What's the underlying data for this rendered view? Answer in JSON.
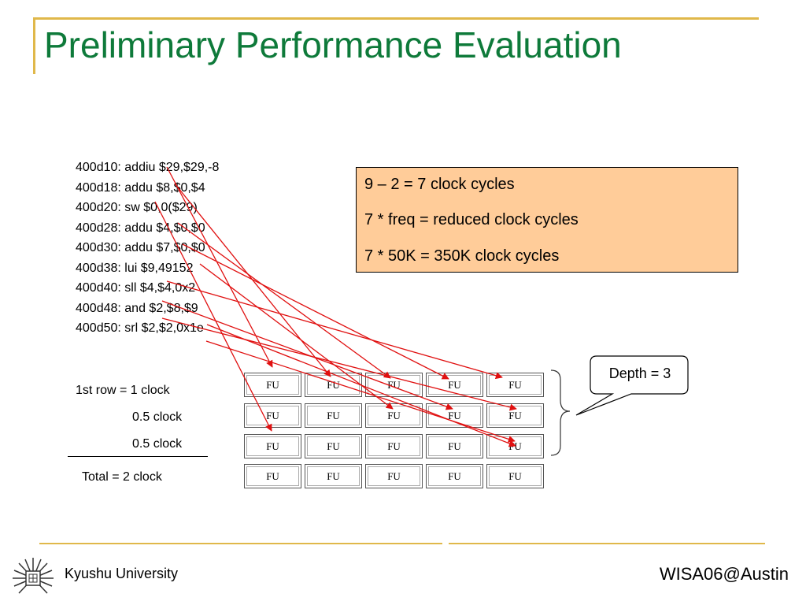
{
  "slide": {
    "title": "Preliminary Performance Evaluation",
    "code_lines": [
      "400d10: addiu $29,$29,-8",
      "400d18: addu $8,$0,$4",
      "400d20: sw $0,0($29)",
      "400d28: addu $4,$0,$0",
      "400d30: addu $7,$0,$0",
      "400d38: lui $9,49152",
      "400d40: sll $4,$4,0x2",
      "400d48: and $2,$8,$9",
      "400d50: srl $2,$2,0x1e"
    ],
    "info_box": {
      "lines": [
        "9 – 2 = 7 clock cycles",
        "7 * freq = reduced clock cycles",
        "7 * 50K = 350K  clock cycles"
      ],
      "color": "#ffcc99"
    },
    "callout": "Depth = 3",
    "clock_labels": {
      "row1": "1st row = 1 clock",
      "row2": "0.5 clock",
      "row3": "0.5 clock",
      "total": "Total = 2 clock"
    },
    "fu_label": "FU",
    "footer": {
      "left": "Kyushu University",
      "right": "WISA06@Austin"
    },
    "colors": {
      "title": "#0e7a3a",
      "accent": "#e0b84a",
      "arrow": "#e01010"
    },
    "icons": [
      "kyushu-university-logo-icon"
    ]
  }
}
